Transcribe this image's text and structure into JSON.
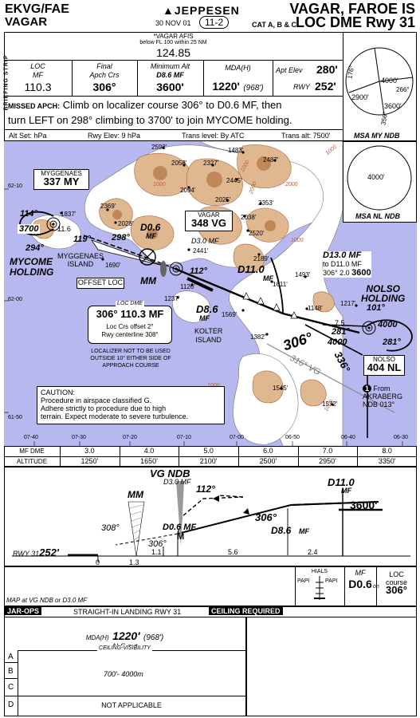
{
  "header": {
    "icao": "EKVG/FAE",
    "city": "VAGAR",
    "brand": "JEPPESEN",
    "date": "30 NOV 01",
    "chart_no": "11-2",
    "location": "VAGAR, FAROE IS",
    "category": "CAT A, B & C",
    "procedure": "LOC DME Rwy 31",
    "side_label": "BRIEFING STRIP"
  },
  "briefing": {
    "afis_title": "*VAGAR AFIS",
    "afis_sub": "below FL 100 within 25 NM",
    "afis_freq": "124.85",
    "loc_label": "LOC",
    "loc_ident": "MF",
    "loc_freq": "110.3",
    "final_label": "Final",
    "final_label2": "Apch Crs",
    "final_crs": "306°",
    "minalt_label": "Minimum Alt",
    "minalt_fix": "D8.6 MF",
    "minalt_val": "3600'",
    "mda_label": "MDA(H)",
    "mda_val": "1220'",
    "mda_h": "(968')",
    "aptelev_label": "Apt Elev",
    "aptelev_val": "280'",
    "rwy_label": "RWY",
    "rwy_val": "252'",
    "missed_label": "MISSED APCH:",
    "missed_text1": "Climb on localizer course 306° to D0.6 MF, then",
    "missed_text2": "turn LEFT on 298° climbing to 3700' to join MYCOME holding.",
    "altset": "Alt Set: hPa",
    "rwyelev": "Rwy Elev: 9 hPa",
    "translevel": "Trans level: By ATC",
    "transalt": "Trans alt: 7500'"
  },
  "msa": {
    "top_label": "MSA MY NDB",
    "top_values": [
      "176°",
      "4000'",
      "266°",
      "2900'",
      "3600'",
      "356°"
    ],
    "bottom_label": "MSA NL NDB",
    "bottom_value": "4000'"
  },
  "plan": {
    "lat_labels": [
      "62-10",
      "62-00",
      "61-50"
    ],
    "lon_labels": [
      "07-40",
      "07-30",
      "07-20",
      "07-10",
      "07-00",
      "06-50",
      "06-40",
      "06-30"
    ],
    "myggenaes_name": "MYGGENAES",
    "myggenaes_freq": "337",
    "myggenaes_ident": "MY",
    "mycome_label1": "MYCOME",
    "mycome_label2": "HOLDING",
    "mycome_in": "114°",
    "mycome_out": "294°",
    "mycome_alt": "3700",
    "mycome_dist": "11.6",
    "island1": "MYGGENAES",
    "island2": "ISLAND",
    "vagar_name": "VAGAR",
    "vagar_freq": "348",
    "vagar_ident": "VG",
    "offset_loc": "OFFSET LOC",
    "mm": "MM",
    "d06": "D0.6",
    "d06_mf": "MF",
    "d30": "D3.0 MF",
    "d110": "D11.0",
    "d110_mf": "MF",
    "d86": "D8.6",
    "d86_mf": "MF",
    "d130_title": "D13.0 MF",
    "d130_sub1": "to D11.0 MF",
    "d130_sub2": "306° 2.0",
    "d130_alt": "3600",
    "kolter1": "KOLTER",
    "kolter2": "ISLAND",
    "nolso_label1": "NOLSO",
    "nolso_label2": "HOLDING",
    "nolso_in": "101°",
    "nolso_out": "281°",
    "nolso_alt": "4000",
    "nolso_dist": "7.5",
    "nolso_name": "NOLSO",
    "nolso_freq": "404",
    "nolso_ident": "NL",
    "nolso_crs2": "281°",
    "nolso_alt2": "4000",
    "locdme_title": "LOC DME",
    "locdme_crs": "306°",
    "locdme_freq": "110.3",
    "locdme_ident": "MF",
    "locdme_note1": "Loc Crs offset 2°",
    "locdme_note2": "Rwy centerline 308°",
    "loc_warn1": "LOCALIZER NOT TO BE USED",
    "loc_warn2": "OUTSIDE 10° EITHER SIDE OF",
    "loc_warn3": "APPROACH COURSE",
    "caution_title": "CAUTION:",
    "caution1": "Procedure in airspace classified G.",
    "caution2": "Adhere strictly to procedure due to high",
    "caution3": "terrain. Expect moderate to severe turbulence.",
    "from_marker": "1",
    "from_text1": "From",
    "from_text2": "AKRABERG",
    "from_text3": "NDB 013°",
    "crs_306": "306°",
    "crs_336": "336°",
    "crs_316": "316° VG",
    "crs_298": "298°",
    "crs_119": "119°",
    "crs_112": "112°",
    "elevations": [
      "2592'",
      "2058'",
      "2327'",
      "1483'",
      "2487'",
      "2445'",
      "2094'",
      "2025'",
      "2353'",
      "2038'",
      "1837'",
      "2369'",
      "2028'",
      "2441'",
      "2520'",
      "1690'",
      "2189'",
      "1611'",
      "1493'",
      "1126'",
      "1237'",
      "1569'",
      "1148'",
      "1217'",
      "1382'",
      "1545'",
      "1572'"
    ],
    "contours": [
      "1000",
      "1000",
      "1000",
      "1000",
      "2000",
      "2000",
      "1000",
      "1000"
    ]
  },
  "dme_table": {
    "row1_label": "MF DME",
    "row2_label": "ALTITUDE",
    "dme": [
      "3.0",
      "4.0",
      "5.0",
      "6.0",
      "7.0",
      "8.0"
    ],
    "alt": [
      "1250'",
      "1650'",
      "2100'",
      "2500'",
      "2950'",
      "3350'"
    ]
  },
  "profile": {
    "vg_ndb": "VG NDB",
    "d30mf": "D3.0 MF",
    "crs_112": "112°",
    "d110": "D11.0",
    "mf1": "MF",
    "alt3600": "3600'",
    "mm": "MM",
    "crs_308": "308°",
    "crs_306a": "306°",
    "m_label": "M",
    "d06": "D0.6 MF",
    "crs_306b": "306°",
    "d86": "D8.6",
    "mf2": "MF",
    "dist_11": "1.1",
    "dist_56": "5.6",
    "dist_24": "2.4",
    "rwy": "RWY 31",
    "rwy_elev": "252'",
    "zero": "0",
    "dist_13": "1.3"
  },
  "bottom": {
    "hials": "HIALS",
    "papi1": "PAPI",
    "papi2": "PAPI",
    "mf_label": "MF",
    "d06_val": "D0.6",
    "on_label": "on",
    "loc_label": "LOC",
    "course_label": "course",
    "course_val": "306°",
    "map_note": "MAP at VG NDB or D3.0 MF",
    "jar_ops": "JAR-OPS",
    "straight_in": "STRAIGHT-IN LANDING RWY 31",
    "ceiling_req": "CEILING REQUIRED",
    "mda_label": "MDA(H)",
    "mda_val": "1220'",
    "mda_h": "(968')",
    "als_out": "ALS out",
    "ceil_vis": "CEILING-VISIBILITY",
    "cats": [
      "A",
      "B",
      "C",
      "D"
    ],
    "vis_abc": "700'- 4000m",
    "not_applicable": "NOT APPLICABLE"
  },
  "colors": {
    "sea": "#b8b8f0",
    "land": "#ffffff",
    "terrain1": "#e0b890",
    "terrain2": "#c08858",
    "contour": "#b06040"
  }
}
